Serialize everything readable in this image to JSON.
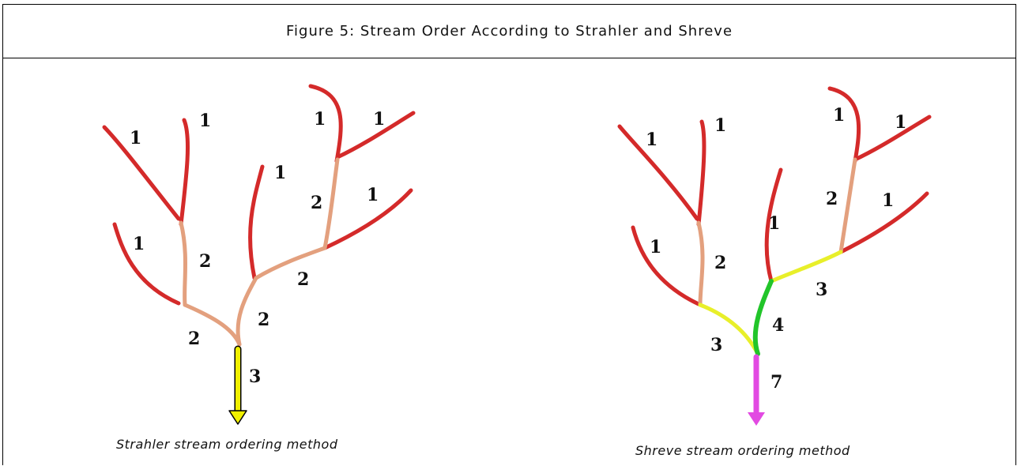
{
  "figure": {
    "title": "Figure 5: Stream Order According to Strahler and Shreve"
  },
  "strahler": {
    "caption": "Strahler stream ordering method",
    "labels": [
      "1",
      "1",
      "1",
      "1",
      "1",
      "1",
      "1",
      "2",
      "2",
      "2",
      "2",
      "2",
      "3"
    ]
  },
  "shreve": {
    "caption": "Shreve stream ordering method",
    "labels": [
      "1",
      "1",
      "1",
      "1",
      "1",
      "1",
      "1",
      "2",
      "2",
      "3",
      "3",
      "4",
      "7"
    ]
  },
  "colors": {
    "order1": "#d42a2a",
    "order2": "#e3a07e",
    "order3_strahler": "#f0f000",
    "shreve3": "#e8ef2a",
    "shreve4": "#22c52a",
    "shreve7": "#e24ae2"
  }
}
